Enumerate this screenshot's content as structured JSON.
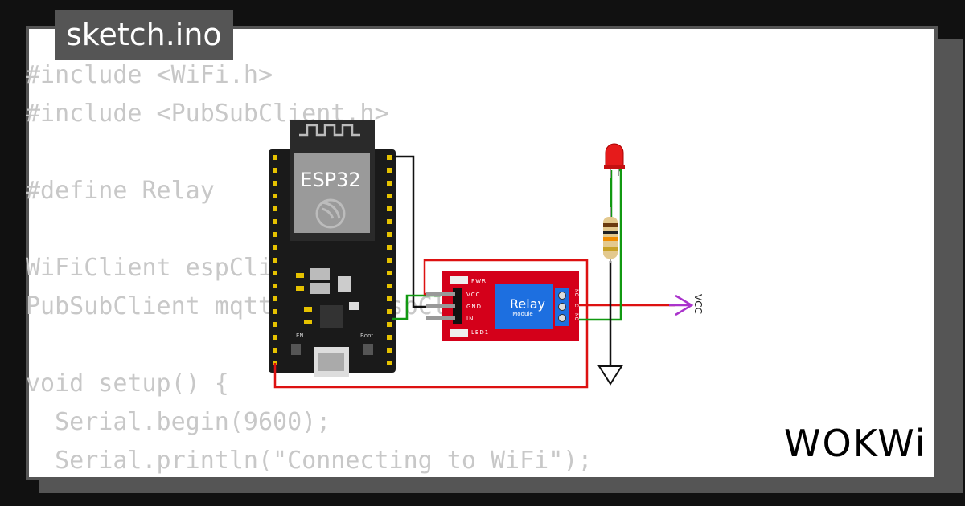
{
  "window": {
    "title": "sketch.ino"
  },
  "code": {
    "lines": [
      "#include <WiFi.h>",
      "#include <PubSubClient.h>",
      "",
      "#define Relay",
      "",
      "WiFiClient espClient;",
      "PubSubClient mqttClient(espClient);",
      "",
      "void setup() {",
      "  Serial.begin(9600);",
      "  Serial.println(\"Connecting to WiFi\");"
    ]
  },
  "circuit": {
    "esp32": {
      "label": "ESP32",
      "en_label": "EN",
      "boot_label": "Boot"
    },
    "relay": {
      "title": "Relay",
      "subtitle": "Module",
      "pins": [
        "PWR",
        "VCC",
        "GND",
        "IN",
        "LED1"
      ],
      "terminals": [
        "NC",
        "C",
        "NO"
      ]
    },
    "vcc_label": "VCC",
    "wire_colors": {
      "red": "#dd1111",
      "green": "#119911",
      "black": "#111111",
      "purple": "#aa33cc"
    }
  },
  "brand": {
    "logo": "WOKWi"
  }
}
